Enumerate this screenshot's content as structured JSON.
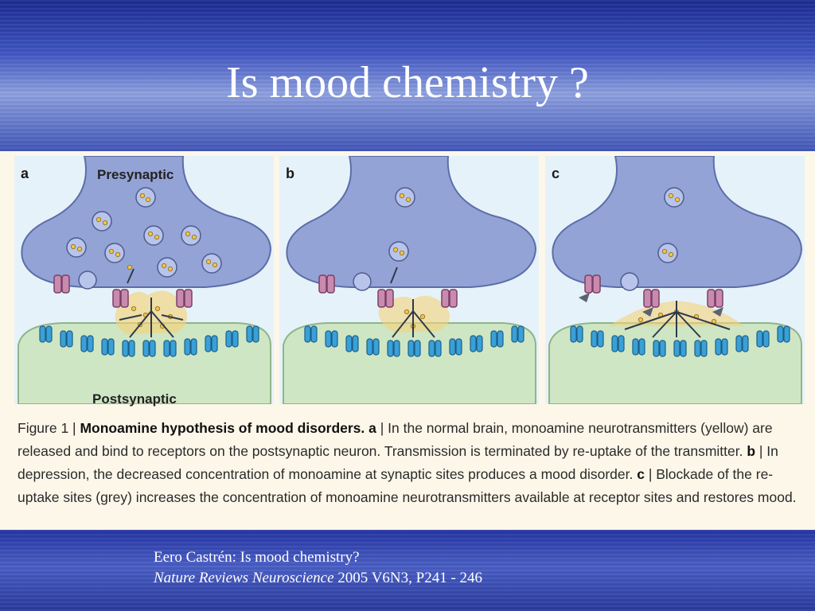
{
  "slide": {
    "title": "Is mood chemistry ?"
  },
  "figure": {
    "panels": [
      {
        "letter": "a",
        "pre_label": "Presynaptic",
        "post_label": "Postsynaptic"
      },
      {
        "letter": "b"
      },
      {
        "letter": "c"
      }
    ],
    "caption": {
      "fig_label": "Figure 1 | ",
      "heading": "Monoamine hypothesis of mood disorders.",
      "a_letter": "a",
      "a_text": " | In the normal brain, monoamine neurotransmitters (yellow) are released and bind to receptors on the postsynaptic neuron. Transmission is terminated by re-uptake of the transmitter. ",
      "b_letter": "b",
      "b_text": " | In depression, the decreased concentration of monoamine at synaptic sites produces a mood disorder. ",
      "c_letter": "c",
      "c_text": " | Blockade of the re-uptake sites (grey) increases the concentration of monoamine neurotransmitters available at receptor sites and restores mood."
    }
  },
  "citation": {
    "line1": "Eero Castrén: Is mood chemistry?",
    "journal": "Nature Reviews Neuroscience",
    "details": " 2005 V6N3, P241 - 246"
  },
  "colors": {
    "presynaptic": "#93a3d6",
    "postsynaptic": "#cfe6c4",
    "transmitter": "#f5d27a",
    "receptor": "#3aa0d6",
    "transporter": "#c98ab0",
    "blocker": "#5a6470"
  }
}
